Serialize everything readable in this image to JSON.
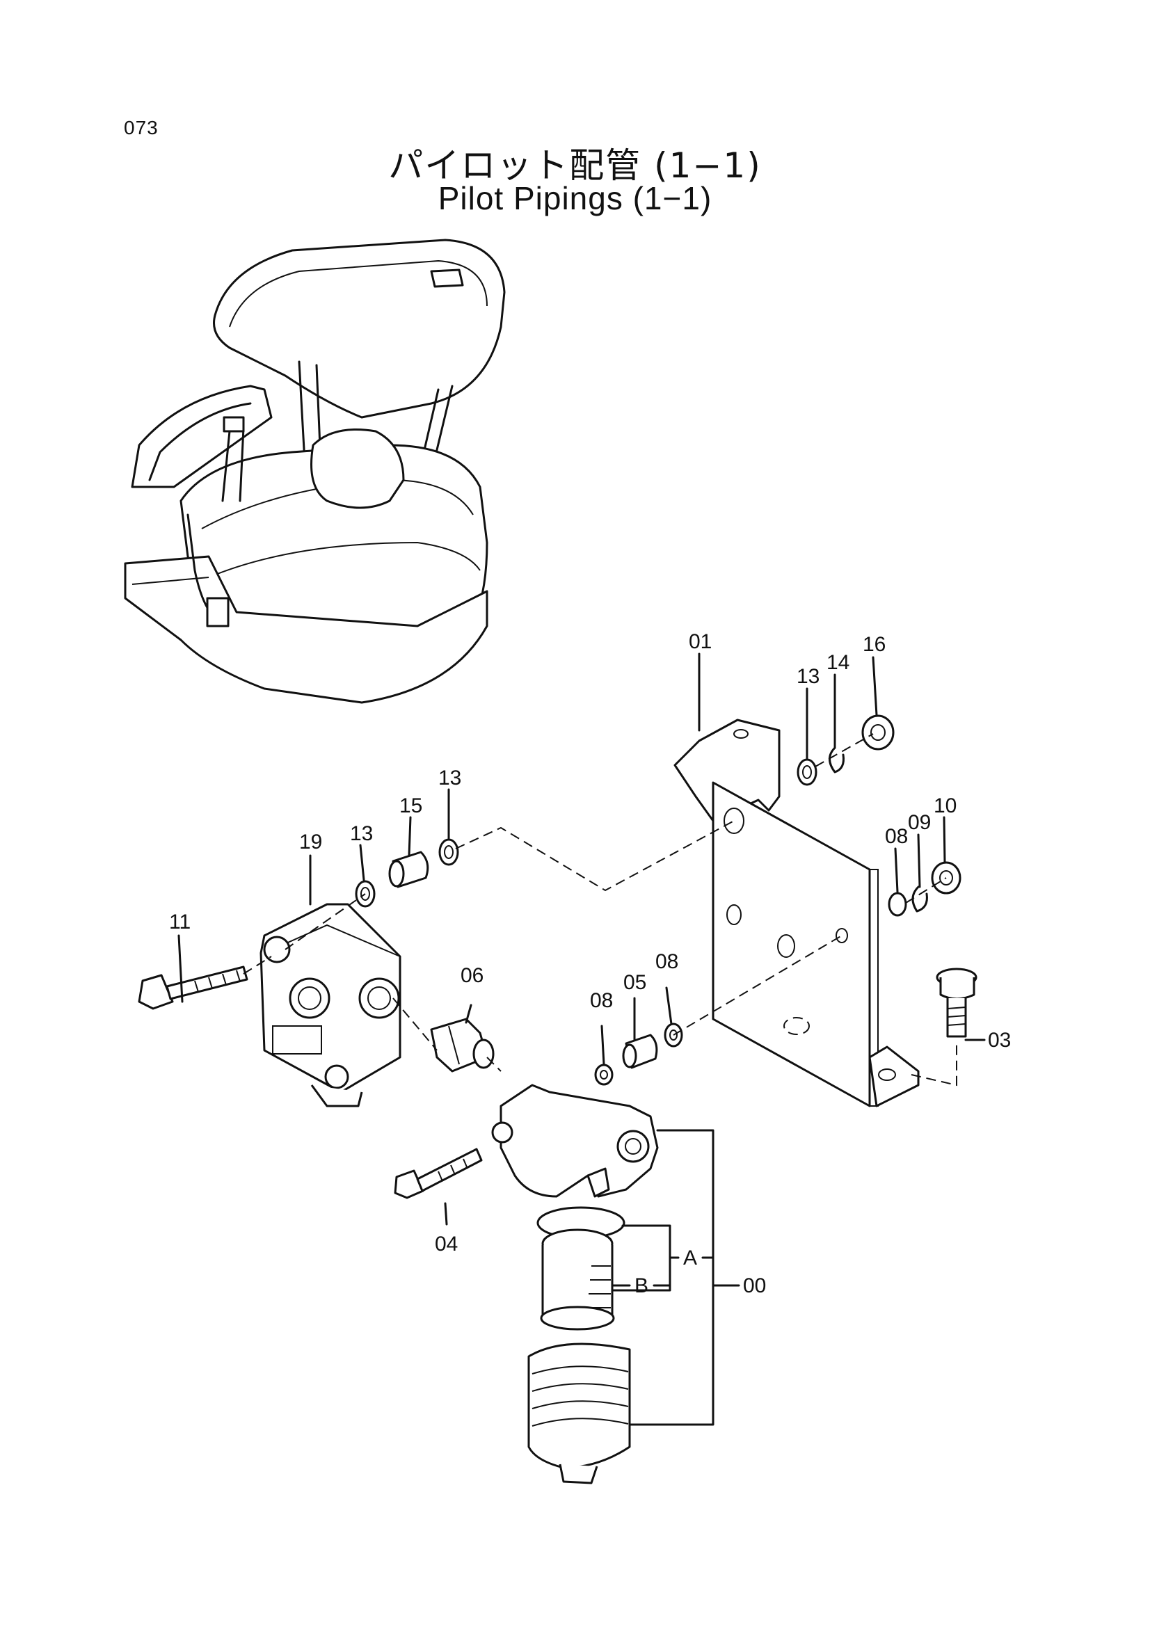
{
  "page_number": "073",
  "title_jp": "パイロット配管 (1−1)",
  "title_en": "Pilot Pipings (1−1)",
  "callouts": {
    "c01": "01",
    "c13a": "13",
    "c14": "14",
    "c16": "16",
    "c13b": "13",
    "c15": "15",
    "c13c": "13",
    "c19": "19",
    "c08a": "08",
    "c09": "09",
    "c10": "10",
    "c11": "11",
    "c06": "06",
    "c08b": "08",
    "c05": "05",
    "c08c": "08",
    "c03": "03",
    "c04": "04",
    "cA": "A",
    "cB": "B",
    "c00": "00"
  }
}
